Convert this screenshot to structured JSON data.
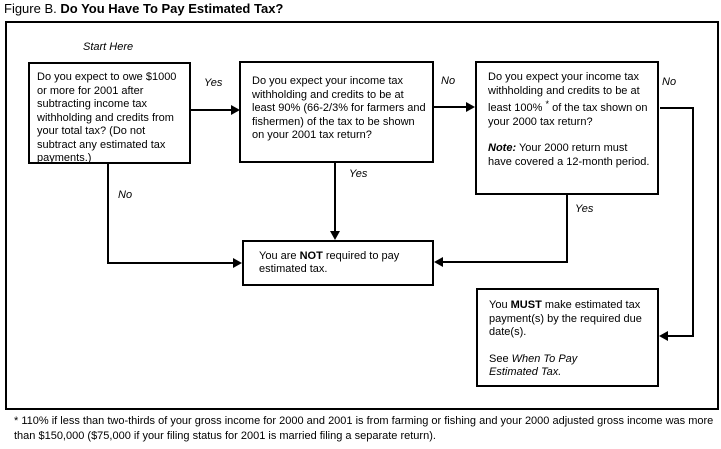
{
  "title": {
    "prefix": "Figure B.",
    "main": "Do You Have To Pay Estimated Tax?"
  },
  "labels": {
    "start_here": "Start Here",
    "yes1": "Yes",
    "no_q1": "No",
    "no_q2": "No",
    "yes_q2": "Yes",
    "no_q3": "No",
    "yes_q3": "Yes"
  },
  "boxes": {
    "q1": {
      "text": "Do you expect to owe $1000 or more for 2001 after subtracting income tax withholding and credits from your total tax? (Do not subtract any estimated tax payments.)"
    },
    "q2": {
      "text": "Do you expect your income tax withholding and credits to be at least 90% (66-2/3% for farmers and fishermen) of the tax to be shown on your 2001 tax return?"
    },
    "q3": {
      "text_before_mark": "Do you expect your income tax withholding and credits to be at least 100%",
      "footnote_mark": "*",
      "text_after_mark": "of the tax shown on your 2000 tax return?",
      "note_label": "Note:",
      "note_text": "Your 2000 return must have covered a 12-month period."
    },
    "not_required": {
      "pre": "You are",
      "emphasis": "NOT",
      "post": "required to pay estimated tax."
    },
    "must": {
      "pre": "You",
      "emphasis": "MUST",
      "post": "make estimated tax payment(s) by the required due date(s).",
      "see_prefix": "See",
      "see_italic": "When To Pay Estimated Tax."
    }
  },
  "footnote": "* 110% if less than two-thirds of your gross income for 2000 and 2001 is from farming or fishing and your 2000 adjusted gross income was more than $150,000 ($75,000 if your filing status for 2001 is married filing a separate return).",
  "colors": {
    "ink": "#000000",
    "background": "#ffffff"
  }
}
